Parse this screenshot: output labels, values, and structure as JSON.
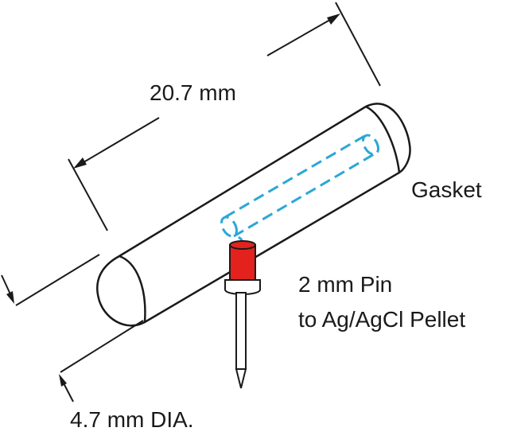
{
  "labels": {
    "length": "20.7 mm",
    "gasket": "Gasket",
    "pin_line1": "2 mm Pin",
    "pin_line2": "to Ag/AgCl Pellet",
    "diameter": "4.7 mm DIA."
  },
  "colors": {
    "outline": "#1a1a1a",
    "pellet_dashed": "#2aa7d8",
    "pin_red": "#e3221d",
    "background": "#ffffff"
  }
}
